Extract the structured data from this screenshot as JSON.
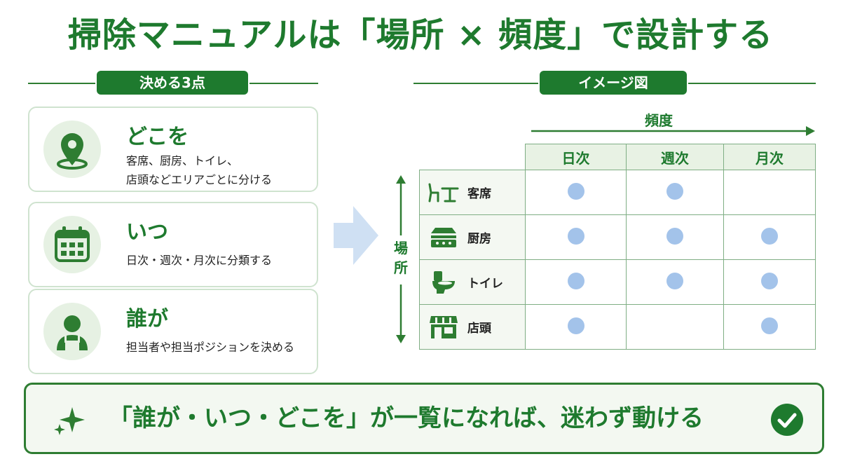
{
  "title": "掃除マニュアルは「場所 × 頻度」で設計する",
  "left_section": {
    "label": "決める3点",
    "cards": [
      {
        "icon": "location-pin-icon",
        "title": "どこを",
        "lines": [
          "客席、厨房、トイレ、",
          "店頭などエリアごとに分ける"
        ]
      },
      {
        "icon": "calendar-icon",
        "title": "いつ",
        "lines": [
          "日次・週次・月次に分類する"
        ]
      },
      {
        "icon": "worker-icon",
        "title": "誰が",
        "lines": [
          "担当者や担当ポジションを決める"
        ]
      }
    ]
  },
  "right_section": {
    "label": "イメージ図",
    "x_axis_label": "頻度",
    "y_axis_label": "場所",
    "columns": [
      "日次",
      "週次",
      "月次"
    ],
    "rows": [
      {
        "icon": "seating-icon",
        "label": "客席",
        "marks": [
          true,
          true,
          false
        ]
      },
      {
        "icon": "kitchen-icon",
        "label": "厨房",
        "marks": [
          true,
          true,
          true
        ]
      },
      {
        "icon": "toilet-icon",
        "label": "トイレ",
        "marks": [
          true,
          true,
          true
        ]
      },
      {
        "icon": "storefront-icon",
        "label": "店頭",
        "marks": [
          true,
          false,
          true
        ]
      }
    ]
  },
  "banner": {
    "text": "「誰が・いつ・どこを」が一覧になれば、迷わず動ける"
  },
  "colors": {
    "accent": "#1e7a2e",
    "dot": "#a3c3ea",
    "arrow": "#cfe0f3"
  }
}
